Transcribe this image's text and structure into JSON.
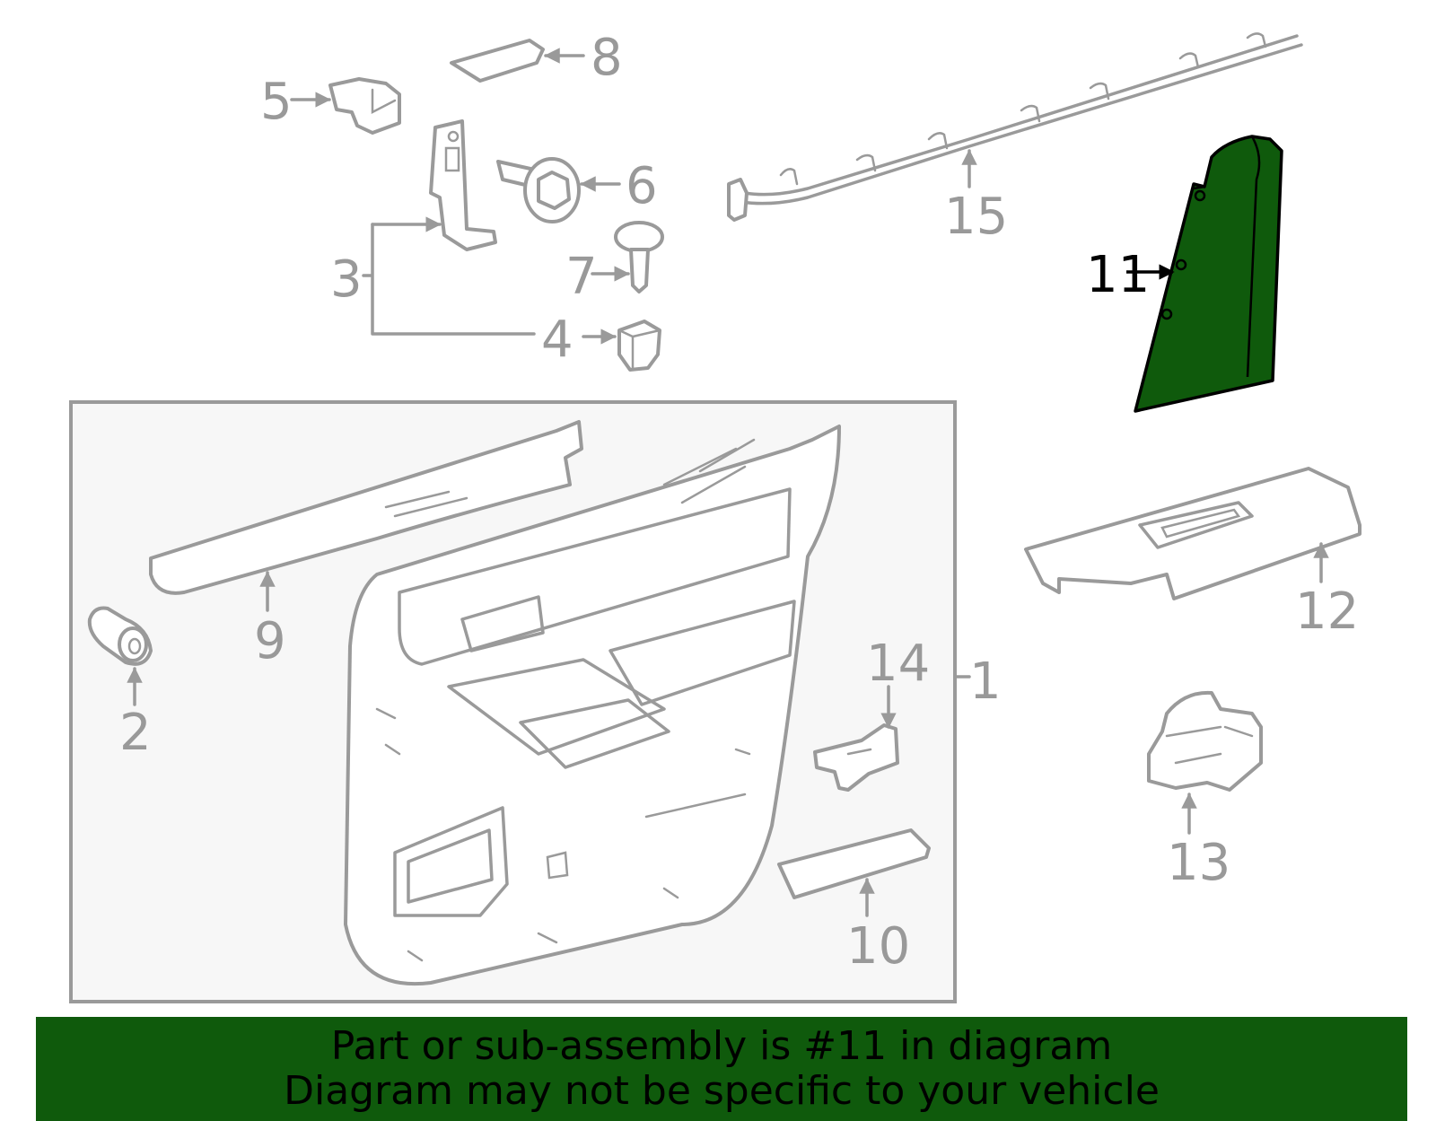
{
  "diagram": {
    "highlight_color": "#0f5a0c",
    "callouts": {
      "c1": "1",
      "c2": "2",
      "c3": "3",
      "c4": "4",
      "c5": "5",
      "c6": "6",
      "c7": "7",
      "c8": "8",
      "c9": "9",
      "c10": "10",
      "c11": "11",
      "c12": "12",
      "c13": "13",
      "c14": "14",
      "c15": "15"
    }
  },
  "banner": {
    "line1": "Part or sub-assembly is #11 in diagram",
    "line2": "Diagram may not be specific to your vehicle"
  }
}
